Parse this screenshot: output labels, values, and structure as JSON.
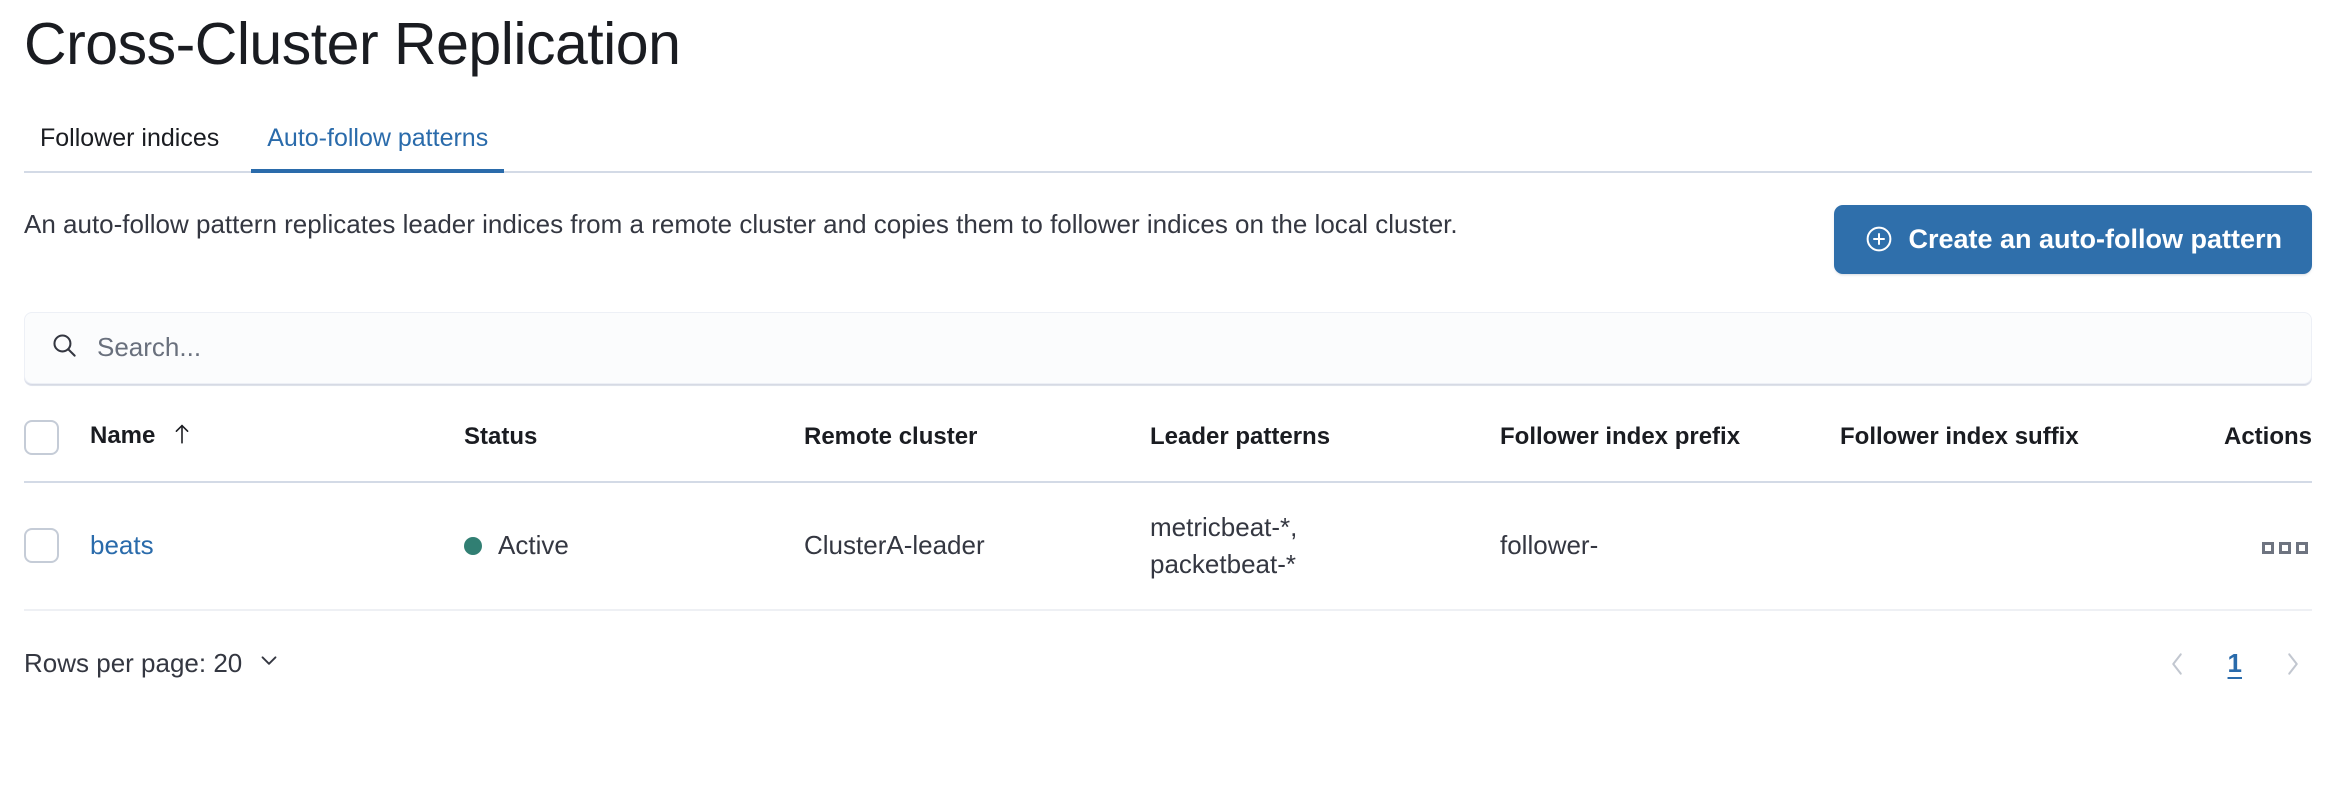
{
  "page": {
    "title": "Cross-Cluster Replication"
  },
  "tabs": [
    {
      "label": "Follower indices",
      "active": false
    },
    {
      "label": "Auto-follow patterns",
      "active": true
    }
  ],
  "intro": {
    "description": "An auto-follow pattern replicates leader indices from a remote cluster and copies them to follower indices on the local cluster.",
    "create_button_label": "Create an auto-follow pattern",
    "create_button_icon": "plus-in-circle-icon"
  },
  "search": {
    "value": "",
    "placeholder": "Search...",
    "icon": "search-icon"
  },
  "table": {
    "columns": [
      {
        "key": "name",
        "label": "Name",
        "sort": "ascending"
      },
      {
        "key": "status",
        "label": "Status"
      },
      {
        "key": "remote_cluster",
        "label": "Remote cluster"
      },
      {
        "key": "leader_patterns",
        "label": "Leader patterns"
      },
      {
        "key": "follower_index_prefix",
        "label": "Follower index prefix"
      },
      {
        "key": "follower_index_suffix",
        "label": "Follower index suffix"
      },
      {
        "key": "actions",
        "label": "Actions"
      }
    ],
    "rows": [
      {
        "selected": false,
        "name": "beats",
        "status": "Active",
        "status_color": "#317f73",
        "remote_cluster": "ClusterA-leader",
        "leader_patterns": "metricbeat-*,\npacketbeat-*",
        "follower_index_prefix": "follower-",
        "follower_index_suffix": "",
        "actions_icon": "more-actions-icon"
      }
    ]
  },
  "footer": {
    "rows_per_page_label": "Rows per page: 20",
    "rows_per_page_icon": "chevron-down-icon",
    "pagination": {
      "previous_icon": "chevron-left-icon",
      "next_icon": "chevron-right-icon",
      "current_page": "1"
    }
  },
  "colors": {
    "primary_blue": "#2a6bab",
    "button_blue": "#2f6fab",
    "status_green": "#317f73",
    "text": "#343741",
    "border": "#d3dae6"
  }
}
